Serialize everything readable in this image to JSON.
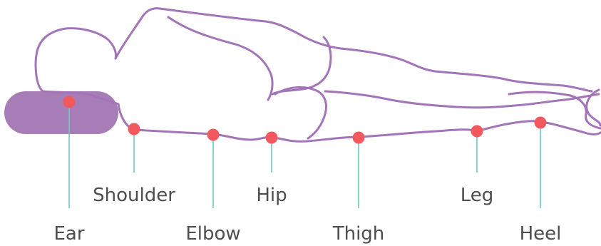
{
  "colors": {
    "outline": "#a374b7",
    "pillow": "#a77db8",
    "marker": "#f2595e",
    "leader": "#6cc7bf",
    "label_text": "#4d4d4d"
  },
  "labels": {
    "ear": "Ear",
    "shoulder": "Shoulder",
    "elbow": "Elbow",
    "hip": "Hip",
    "thigh": "Thigh",
    "leg": "Leg",
    "heel": "Heel"
  }
}
